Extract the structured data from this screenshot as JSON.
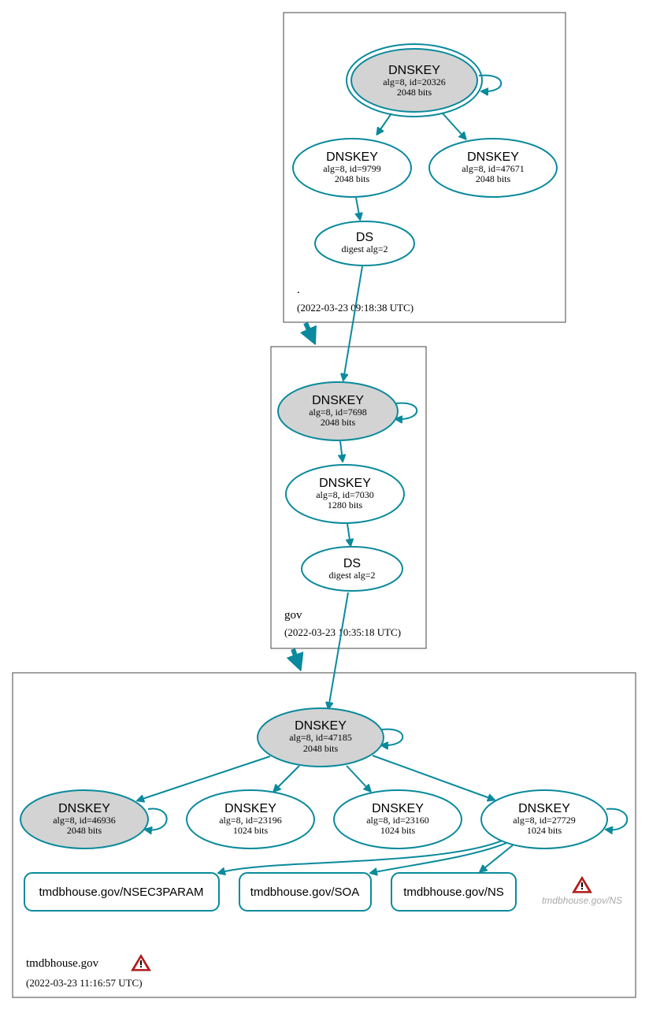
{
  "zones": {
    "root": {
      "name": ".",
      "timestamp": "(2022-03-23 09:18:38 UTC)"
    },
    "gov": {
      "name": "gov",
      "timestamp": "(2022-03-23 10:35:18 UTC)"
    },
    "tmdbhouse": {
      "name": "tmdbhouse.gov",
      "timestamp": "(2022-03-23 11:16:57 UTC)"
    }
  },
  "nodes": {
    "root_ksk": {
      "title": "DNSKEY",
      "line1": "alg=8, id=20326",
      "line2": "2048 bits"
    },
    "root_zsk1": {
      "title": "DNSKEY",
      "line1": "alg=8, id=9799",
      "line2": "2048 bits"
    },
    "root_zsk2": {
      "title": "DNSKEY",
      "line1": "alg=8, id=47671",
      "line2": "2048 bits"
    },
    "root_ds": {
      "title": "DS",
      "line1": "digest alg=2"
    },
    "gov_ksk": {
      "title": "DNSKEY",
      "line1": "alg=8, id=7698",
      "line2": "2048 bits"
    },
    "gov_zsk": {
      "title": "DNSKEY",
      "line1": "alg=8, id=7030",
      "line2": "1280 bits"
    },
    "gov_ds": {
      "title": "DS",
      "line1": "digest alg=2"
    },
    "tmdb_ksk": {
      "title": "DNSKEY",
      "line1": "alg=8, id=47185",
      "line2": "2048 bits"
    },
    "tmdb_k1": {
      "title": "DNSKEY",
      "line1": "alg=8, id=46936",
      "line2": "2048 bits"
    },
    "tmdb_k2": {
      "title": "DNSKEY",
      "line1": "alg=8, id=23196",
      "line2": "1024 bits"
    },
    "tmdb_k3": {
      "title": "DNSKEY",
      "line1": "alg=8, id=23160",
      "line2": "1024 bits"
    },
    "tmdb_k4": {
      "title": "DNSKEY",
      "line1": "alg=8, id=27729",
      "line2": "1024 bits"
    }
  },
  "rrsets": {
    "nsec3param": "tmdbhouse.gov/NSEC3PARAM",
    "soa": "tmdbhouse.gov/SOA",
    "ns": "tmdbhouse.gov/NS"
  },
  "ghost": {
    "ns_label": "tmdbhouse.gov/NS"
  },
  "colors": {
    "edge": "#0a8a9c",
    "ksk_fill": "#d3d3d3",
    "warning": "#cc2222",
    "zone_border": "#444444"
  },
  "icons": {
    "warning": "warning-triangle-icon"
  }
}
